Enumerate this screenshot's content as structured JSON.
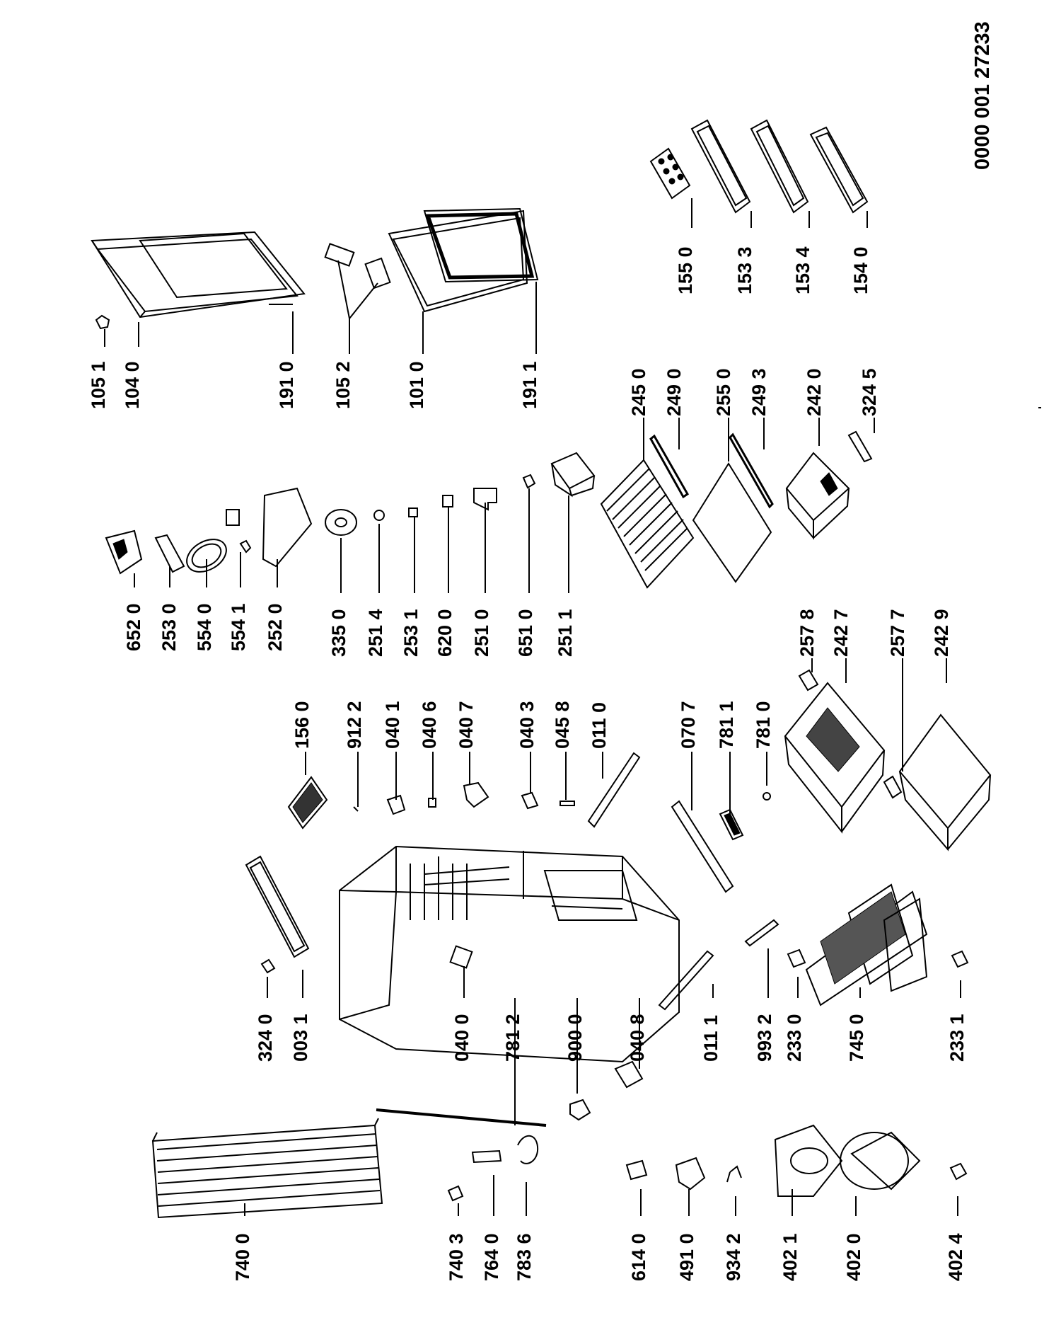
{
  "document_number": "0000 001 27233",
  "parts": [
    {
      "key": "p1051",
      "label": "105 1"
    },
    {
      "key": "p1040",
      "label": "104 0"
    },
    {
      "key": "p1910",
      "label": "191 0"
    },
    {
      "key": "p1052",
      "label": "105 2"
    },
    {
      "key": "p1010",
      "label": "101 0"
    },
    {
      "key": "p1911",
      "label": "191 1"
    },
    {
      "key": "p1550",
      "label": "155 0"
    },
    {
      "key": "p1533",
      "label": "153 3"
    },
    {
      "key": "p1534",
      "label": "153 4"
    },
    {
      "key": "p1540",
      "label": "154 0"
    },
    {
      "key": "p2450",
      "label": "245 0"
    },
    {
      "key": "p2490",
      "label": "249 0"
    },
    {
      "key": "p2550",
      "label": "255 0"
    },
    {
      "key": "p2493",
      "label": "249 3"
    },
    {
      "key": "p2420",
      "label": "242 0"
    },
    {
      "key": "p3245",
      "label": "324 5"
    },
    {
      "key": "p6520",
      "label": "652 0"
    },
    {
      "key": "p2530",
      "label": "253 0"
    },
    {
      "key": "p5540",
      "label": "554 0"
    },
    {
      "key": "p5541",
      "label": "554 1"
    },
    {
      "key": "p2520",
      "label": "252 0"
    },
    {
      "key": "p3350",
      "label": "335 0"
    },
    {
      "key": "p2514",
      "label": "251 4"
    },
    {
      "key": "p2531",
      "label": "253 1"
    },
    {
      "key": "p6200",
      "label": "620 0"
    },
    {
      "key": "p2510",
      "label": "251 0"
    },
    {
      "key": "p6510",
      "label": "651 0"
    },
    {
      "key": "p2511",
      "label": "251 1"
    },
    {
      "key": "p2578",
      "label": "257 8"
    },
    {
      "key": "p2427",
      "label": "242 7"
    },
    {
      "key": "p2577",
      "label": "257 7"
    },
    {
      "key": "p2429",
      "label": "242 9"
    },
    {
      "key": "p1560",
      "label": "156 0"
    },
    {
      "key": "p9122",
      "label": "912 2"
    },
    {
      "key": "p0401",
      "label": "040 1"
    },
    {
      "key": "p0406",
      "label": "040 6"
    },
    {
      "key": "p0407",
      "label": "040 7"
    },
    {
      "key": "p0403",
      "label": "040 3"
    },
    {
      "key": "p0458",
      "label": "045 8"
    },
    {
      "key": "p0110",
      "label": "011 0"
    },
    {
      "key": "p0707",
      "label": "070 7"
    },
    {
      "key": "p7811",
      "label": "781 1"
    },
    {
      "key": "p7810",
      "label": "781 0"
    },
    {
      "key": "p3240",
      "label": "324 0"
    },
    {
      "key": "p0031",
      "label": "003 1"
    },
    {
      "key": "p0400",
      "label": "040 0"
    },
    {
      "key": "p7812",
      "label": "781 2"
    },
    {
      "key": "p9000",
      "label": "900 0"
    },
    {
      "key": "p0408",
      "label": "040 8"
    },
    {
      "key": "p0111",
      "label": "011 1"
    },
    {
      "key": "p9932",
      "label": "993 2"
    },
    {
      "key": "p2330",
      "label": "233 0"
    },
    {
      "key": "p7450",
      "label": "745 0"
    },
    {
      "key": "p2331",
      "label": "233 1"
    },
    {
      "key": "p7400",
      "label": "740 0"
    },
    {
      "key": "p7403",
      "label": "740 3"
    },
    {
      "key": "p7640",
      "label": "764 0"
    },
    {
      "key": "p7836",
      "label": "783 6"
    },
    {
      "key": "p6140",
      "label": "614 0"
    },
    {
      "key": "p4910",
      "label": "491 0"
    },
    {
      "key": "p9342",
      "label": "934 2"
    },
    {
      "key": "p4021",
      "label": "402 1"
    },
    {
      "key": "p4020",
      "label": "402 0"
    },
    {
      "key": "p4024",
      "label": "402 4"
    }
  ]
}
